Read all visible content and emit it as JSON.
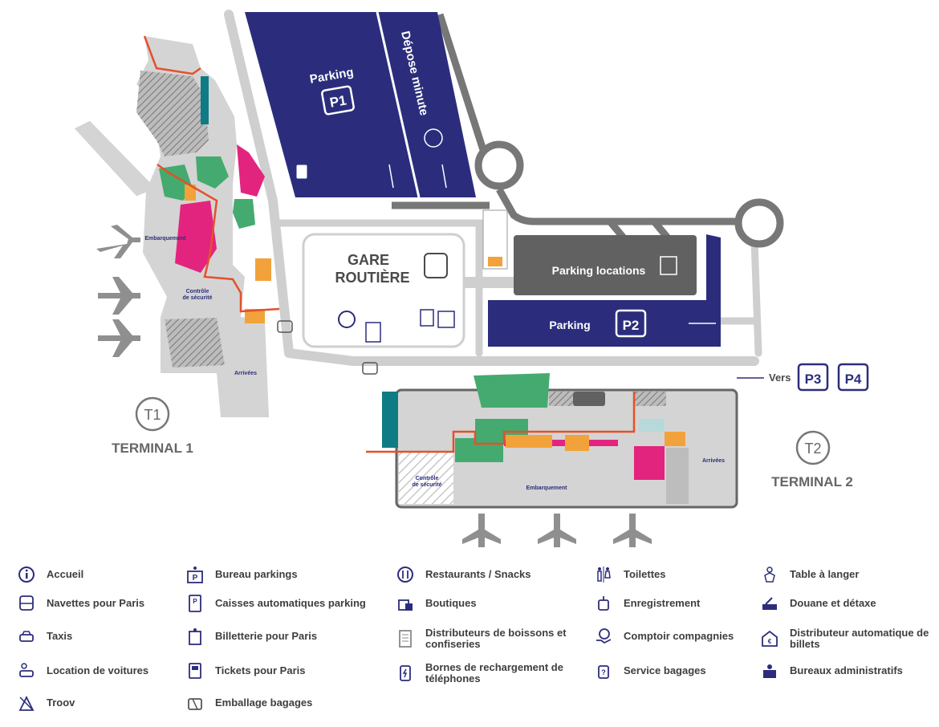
{
  "colors": {
    "navy": "#2b2d7c",
    "dark_grey": "#616161",
    "light_grey": "#d4d4d4",
    "road_grey": "#cfcfcf",
    "green": "#45aa6f",
    "magenta": "#e3247e",
    "orange": "#f2a23a",
    "red_line": "#e4502b",
    "teal": "#0f7b85",
    "text": "#4a4a4a"
  },
  "map": {
    "p1": {
      "title": "Parking",
      "badge": "P1"
    },
    "depose": {
      "title": "Dépose minute"
    },
    "gare": {
      "line1": "GARE",
      "line2": "ROUTIÈRE"
    },
    "parking_locations": {
      "title": "Parking locations"
    },
    "p2": {
      "title": "Parking",
      "badge": "P2"
    },
    "vers": {
      "label": "Vers",
      "p3": "P3",
      "p4": "P4"
    },
    "terminal1": {
      "badge": "T1",
      "label": "TERMINAL 1",
      "embarquement": "Embarquement",
      "securite_1": "Contrôle",
      "securite_2": "de sécurité",
      "arrivees": "Arrivées"
    },
    "terminal2": {
      "badge": "T2",
      "label": "TERMINAL 2",
      "embarquement": "Embarquement",
      "securite_1": "Contrôle",
      "securite_2": "de sécurité",
      "arrivees": "Arrivées"
    }
  },
  "legend": [
    {
      "icon": "info-icon",
      "label": "Accueil"
    },
    {
      "icon": "bus-icon",
      "label": "Navettes pour Paris"
    },
    {
      "icon": "taxi-icon",
      "label": "Taxis"
    },
    {
      "icon": "car-key-icon",
      "label": "Location de voitures"
    },
    {
      "icon": "troov-icon",
      "label": "Troov"
    },
    {
      "icon": "parking-office-icon",
      "label": "Bureau parkings"
    },
    {
      "icon": "parking-machine-icon",
      "label": "Caisses automatiques parking"
    },
    {
      "icon": "ticket-office-icon",
      "label": "Billetterie pour Paris"
    },
    {
      "icon": "ticket-machine-icon",
      "label": "Tickets pour Paris"
    },
    {
      "icon": "luggage-wrap-icon",
      "label": "Emballage bagages"
    },
    {
      "icon": "restaurant-icon",
      "label": "Restaurants / Snacks"
    },
    {
      "icon": "shopping-bag-icon",
      "label": "Boutiques"
    },
    {
      "icon": "vending-icon",
      "label": "Distributeurs de boissons et confiseries"
    },
    {
      "icon": "phone-charge-icon",
      "label": "Bornes de rechargement de téléphones"
    },
    {
      "icon": "toilets-icon",
      "label": "Toilettes"
    },
    {
      "icon": "checkin-icon",
      "label": "Enregistrement"
    },
    {
      "icon": "airline-desk-icon",
      "label": "Comptoir compagnies"
    },
    {
      "icon": "baggage-service-icon",
      "label": "Service bagages"
    },
    {
      "icon": "baby-change-icon",
      "label": "Table à langer"
    },
    {
      "icon": "customs-icon",
      "label": "Douane et détaxe"
    },
    {
      "icon": "atm-icon",
      "label": "Distributeur automatique de billets"
    },
    {
      "icon": "admin-office-icon",
      "label": "Bureaux administratifs"
    }
  ]
}
